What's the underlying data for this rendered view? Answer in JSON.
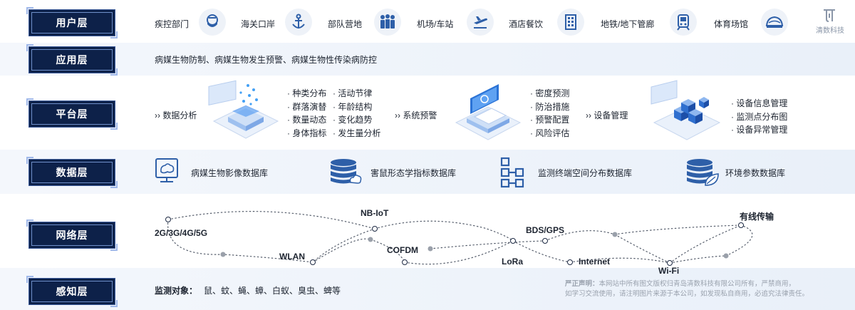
{
  "layers": {
    "user": "用户层",
    "app": "应用层",
    "platform": "平台层",
    "data": "数据层",
    "network": "网络层",
    "perception": "感知层"
  },
  "user_items": [
    {
      "label": "疾控部门",
      "icon": "doctor-mask-icon"
    },
    {
      "label": "海关口岸",
      "icon": "anchor-icon"
    },
    {
      "label": "部队营地",
      "icon": "soldiers-icon"
    },
    {
      "label": "机场/车站",
      "icon": "airplane-icon"
    },
    {
      "label": "酒店餐饮",
      "icon": "building-icon"
    },
    {
      "label": "地铁/地下管廊",
      "icon": "subway-train-icon"
    },
    {
      "label": "体育场馆",
      "icon": "stadium-icon"
    }
  ],
  "brand": {
    "name": "清数科技",
    "logo": "qingshu-logo-icon"
  },
  "app_text": "病媒生物防制、病媒生物发生预警、病媒生物性传染病防控",
  "platform": {
    "analysis": {
      "title": "›› 数据分析",
      "col1": [
        "· 种类分布",
        "· 群落演替",
        "· 数量动态",
        "· 身体指标"
      ],
      "col2": [
        "· 活动节律",
        "· 年龄结构",
        "· 变化趋势",
        "· 发生量分析"
      ]
    },
    "warning": {
      "title": "›› 系统预警",
      "items": [
        "· 密度预测",
        "· 防治措施",
        "· 预警配置",
        "· 风险评估"
      ]
    },
    "device": {
      "title": "›› 设备管理",
      "items": [
        "· 设备信息管理",
        "· 监测点分布图",
        "· 设备异常管理"
      ]
    }
  },
  "databases": [
    {
      "label": "病媒生物影像数据库",
      "icon": "image-monitor-icon"
    },
    {
      "label": "害鼠形态学指标数据库",
      "icon": "cloud-database-icon"
    },
    {
      "label": "监测终端空间分布数据库",
      "icon": "grid-network-icon"
    },
    {
      "label": "环境参数数据库",
      "icon": "leaf-database-icon"
    }
  ],
  "network": {
    "g2345": "2G/3G/4G/5G",
    "wlan": "WLAN",
    "nbiot": "NB-IoT",
    "cofdm": "COFDM",
    "lora": "LoRa",
    "bds": "BDS/GPS",
    "internet": "Internet",
    "wifi": "Wi-Fi",
    "wired": "有线传输"
  },
  "perception": {
    "label": "监测对象：",
    "targets": "鼠、蚊、蝇、蟑、白蚁、臭虫、蜱等"
  },
  "notice": {
    "title": "严正声明：",
    "line1": "本网站中所有图文版权归青岛清数科技有限公司所有，严禁商用，",
    "line2": "如学习交流使用，请注明图片来源于本公司，如发现私自商用，必追究法律责任。"
  },
  "colors": {
    "tag_bg": "#0d2149",
    "band": "#eef3fa",
    "accent": "#2f7ff0",
    "icon_blue": "#2e5fa8"
  }
}
